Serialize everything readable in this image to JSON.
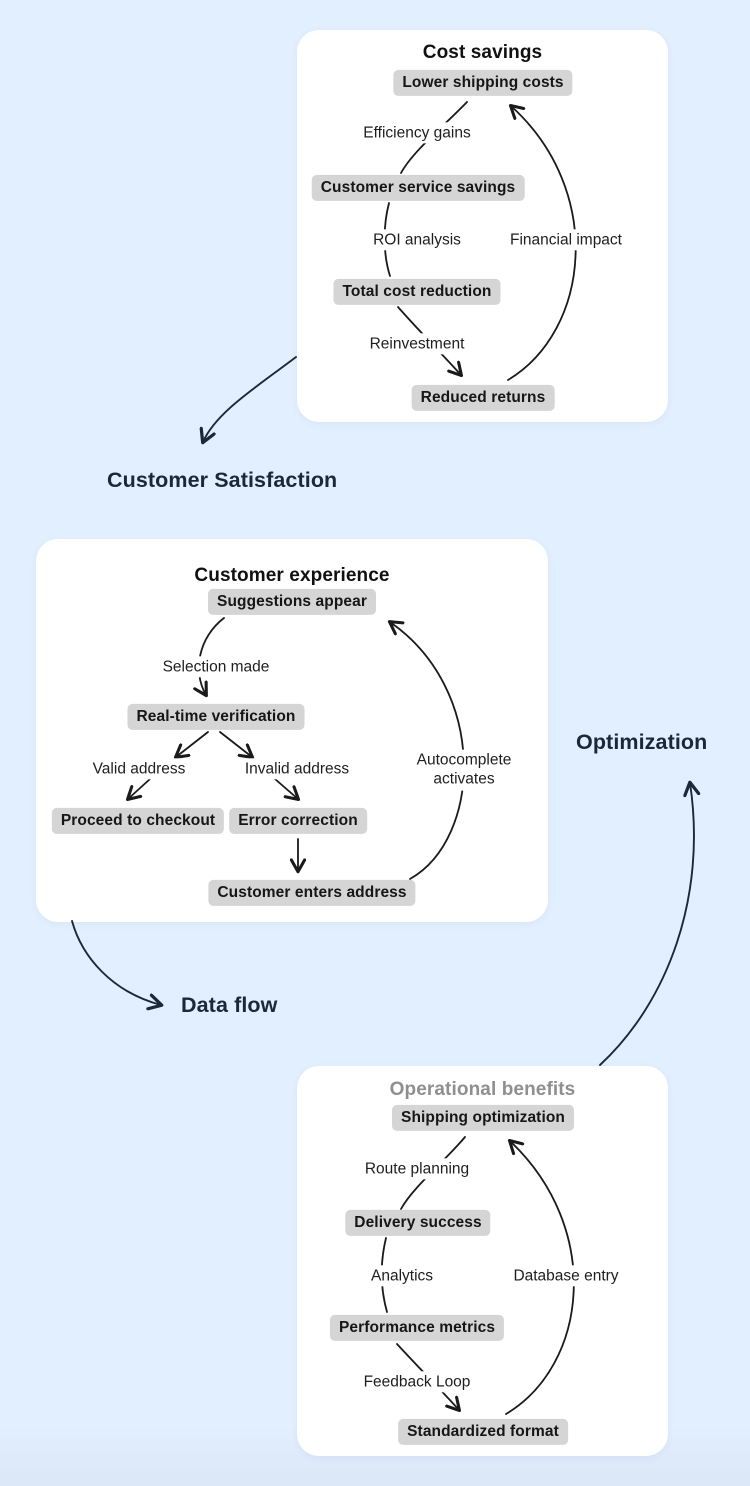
{
  "colors": {
    "background": "#e2effe",
    "background-bottom": "#dbe6f6",
    "card": "#ffffff",
    "node-bg": "#d5d5d5",
    "node-text": "#161616",
    "card-title": "#111111",
    "card-title-muted": "#8f8f8f",
    "edge-label": "#1e1e1e",
    "edge-line": "#1a1a1a",
    "connector": "#1b2838",
    "heading": "#1b2838"
  },
  "headings": [
    {
      "text": "Customer Satisfaction"
    },
    {
      "text": "Data flow"
    },
    {
      "text": "Optimization"
    }
  ],
  "cards": [
    {
      "title": "Cost savings",
      "nodes": [
        {
          "label": "Lower shipping costs"
        },
        {
          "label": "Customer service savings"
        },
        {
          "label": "Total cost reduction"
        },
        {
          "label": "Reduced returns"
        }
      ],
      "edges": [
        {
          "label": "Efficiency gains"
        },
        {
          "label": "ROI analysis"
        },
        {
          "label": "Financial impact"
        },
        {
          "label": "Reinvestment"
        }
      ]
    },
    {
      "title": "Customer experience",
      "nodes": [
        {
          "label": "Suggestions appear"
        },
        {
          "label": "Real-time verification"
        },
        {
          "label": "Proceed to checkout"
        },
        {
          "label": "Error correction"
        },
        {
          "label": "Customer enters address"
        }
      ],
      "edges": [
        {
          "label": "Selection made"
        },
        {
          "label": "Valid address"
        },
        {
          "label": "Invalid address"
        },
        {
          "label": "Autocomplete activates"
        }
      ]
    },
    {
      "title": "Operational benefits",
      "nodes": [
        {
          "label": "Shipping optimization"
        },
        {
          "label": "Delivery success"
        },
        {
          "label": "Performance metrics"
        },
        {
          "label": "Standardized format"
        }
      ],
      "edges": [
        {
          "label": "Route planning"
        },
        {
          "label": "Analytics"
        },
        {
          "label": "Database entry"
        },
        {
          "label": "Feedback Loop"
        }
      ]
    }
  ]
}
